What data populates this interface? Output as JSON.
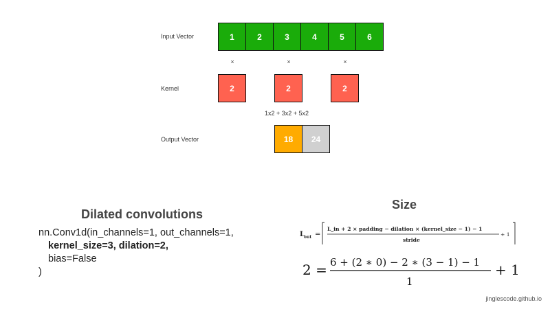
{
  "diagram": {
    "input_label": "Input Vector",
    "kernel_label": "Kernel",
    "output_label": "Output Vector",
    "input_values": [
      "1",
      "2",
      "3",
      "4",
      "5",
      "6"
    ],
    "kernel_values": [
      "2",
      "2",
      "2"
    ],
    "times_symbol": "×",
    "sum_expression": "1x2 + 3x2 + 5x2",
    "output_values": [
      "18",
      "24"
    ],
    "colors": {
      "input": "#1aac0a",
      "kernel": "#ff6250",
      "output_active": "#ffab00",
      "output_inactive": "#d0d0d0"
    }
  },
  "left_panel": {
    "title": "Dilated convolutions",
    "code_line1": "nn.Conv1d(in_channels=1, out_channels=1,",
    "code_line2": "kernel_size=3, dilation=2,",
    "code_line3": "bias=False",
    "code_line4": ")"
  },
  "right_panel": {
    "title": "Size",
    "general_formula": "L_out = ⌊ (L_in + 2 × padding − dilation × (kernel_size − 1) − 1) / stride + 1 ⌋",
    "general_lhs": "L",
    "general_lhs_sub": "out",
    "general_numerator": "L_in + 2 × padding − dilation × (kernel_size − 1) − 1",
    "general_denominator": "stride",
    "general_plus": "+ 1",
    "example_lhs": "2 =",
    "example_numerator": "6 + (2 ∗ 0) − 2 ∗ (3 − 1) − 1",
    "example_denominator": "1",
    "example_plus": "+ 1"
  },
  "footer": "jinglescode.github.io"
}
